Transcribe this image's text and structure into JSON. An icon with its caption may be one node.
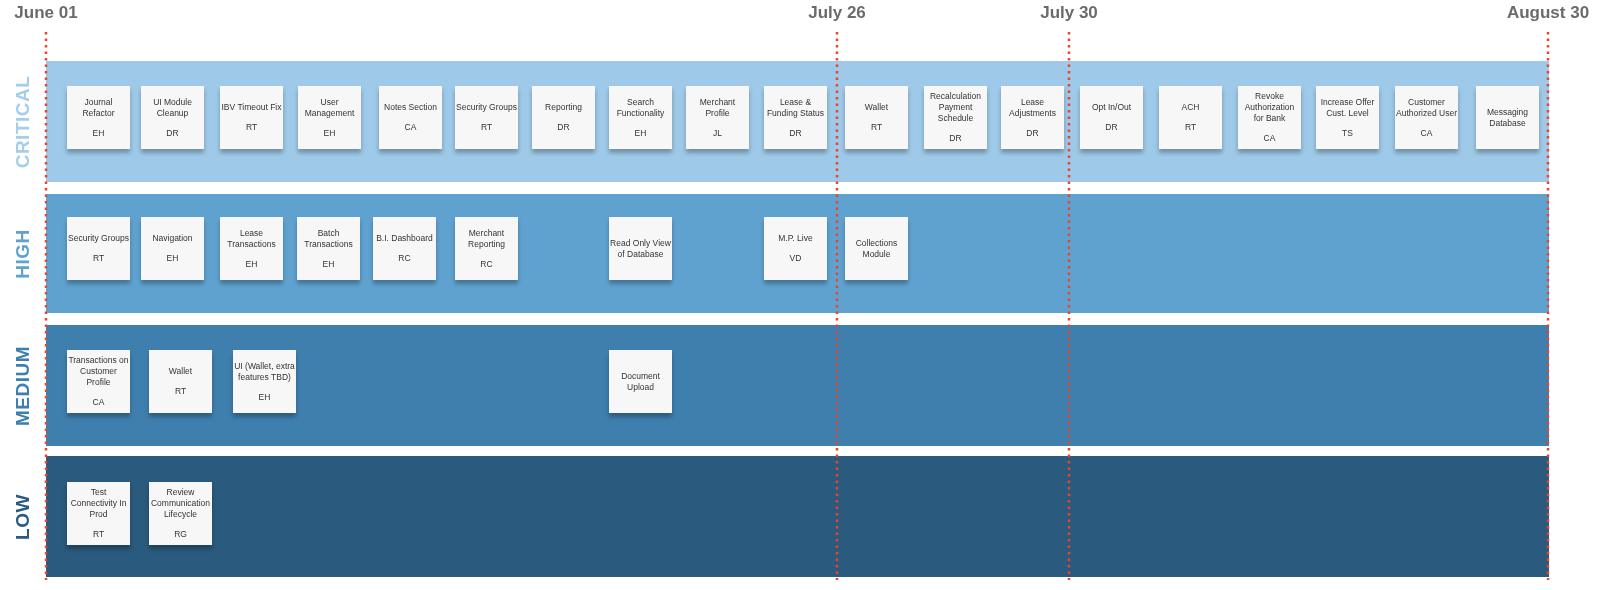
{
  "diagram": {
    "nodes": [
      {
        "text": [
          "CRITICAL"
        ]
      },
      {
        "text": [
          "Journal Refactor",
          "EH"
        ],
        "in": 0
      },
      {
        "text": [
          "UI Module Cleanup",
          "DR"
        ],
        "in": 0
      },
      {
        "text": [
          "IBV Timeout Fix",
          "RT"
        ],
        "in": 0
      },
      {
        "text": [
          "User Management",
          "EH"
        ],
        "in": 0
      },
      {
        "text": [
          "Notes Section",
          "CA"
        ],
        "in": 0
      },
      {
        "text": [
          "Security Groups",
          "RT"
        ],
        "in": 0
      },
      {
        "text": [
          "Reporting",
          "DR"
        ],
        "in": 0
      },
      {
        "text": [
          "Search Functionality",
          "EH"
        ],
        "in": 0
      },
      {
        "text": [
          "Merchant Profile",
          "JL"
        ],
        "in": 0
      },
      {
        "text": [
          "Lease & Funding Status",
          "DR"
        ],
        "in": 0
      },
      {
        "text": [
          "Wallet",
          "RT"
        ],
        "in": 0
      },
      {
        "text": [
          "Recalculation Payment Schedule",
          "DR"
        ],
        "in": 0
      },
      {
        "text": [
          "Lease Adjustments",
          "DR"
        ],
        "in": 0
      },
      {
        "text": [
          "Opt In/Out",
          "DR"
        ],
        "in": 0
      },
      {
        "text": [
          "ACH",
          "RT"
        ],
        "in": 0
      },
      {
        "text": [
          "Revoke Authorization for Bank",
          "CA"
        ],
        "in": 0
      },
      {
        "text": [
          "Increase Offer Cust. Level",
          "TS"
        ],
        "in": 0
      },
      {
        "text": [
          "Customer Authorized User",
          "CA"
        ],
        "in": 0
      },
      {
        "text": [
          "Messaging Database"
        ],
        "in": 0
      },
      {
        "text": [
          "HIGH"
        ]
      },
      {
        "text": [
          "Security Groups",
          "RT"
        ],
        "in": 20
      },
      {
        "text": [
          "Navigation",
          "EH"
        ],
        "in": 20
      },
      {
        "text": [
          "Lease Transactions",
          "EH"
        ],
        "in": 20
      },
      {
        "text": [
          "Batch Transactions",
          "EH"
        ],
        "in": 20
      },
      {
        "text": [
          "B.I. Dashboard",
          "RC"
        ],
        "in": 20
      },
      {
        "text": [
          "Merchant Reporting",
          "RC"
        ],
        "in": 20
      },
      {
        "text": [
          "Read Only View of Database"
        ],
        "in": 20
      },
      {
        "text": [
          "M.P. Live",
          "VD"
        ],
        "in": 20
      },
      {
        "text": [
          "Collections Module"
        ],
        "in": 20
      },
      {
        "text": [
          "MEDIUM"
        ]
      },
      {
        "text": [
          "Transactions on Customer Profile",
          "CA"
        ],
        "in": 30
      },
      {
        "text": [
          "Wallet",
          "RT"
        ],
        "in": 30
      },
      {
        "text": [
          "UI (Wallet, extra features TBD)",
          "EH"
        ],
        "in": 30
      },
      {
        "text": [
          "Document Upload"
        ],
        "in": 30
      },
      {
        "text": [
          "LOW"
        ]
      },
      {
        "text": [
          "Test Connectivity In Prod",
          "RT"
        ],
        "in": 35
      },
      {
        "text": [
          "Review Communication Lifecycle",
          "RG"
        ],
        "in": 35
      }
    ],
    "edges": [],
    "labels": [
      "June 01",
      "July 26",
      "July 30",
      "August 30"
    ]
  }
}
